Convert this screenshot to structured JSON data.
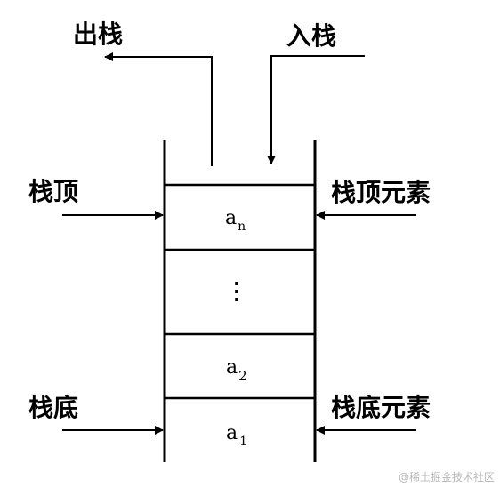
{
  "labels": {
    "pop": "出栈",
    "push": "入栈",
    "top": "栈顶",
    "top_element": "栈顶元素",
    "bottom": "栈底",
    "bottom_element": "栈底元素"
  },
  "cells": {
    "top": {
      "base": "a",
      "sub": "n"
    },
    "middle": "⋮",
    "second": {
      "base": "a",
      "sub": "2"
    },
    "bottom": {
      "base": "a",
      "sub": "1"
    }
  },
  "watermark": "@稀土掘金技术社区"
}
